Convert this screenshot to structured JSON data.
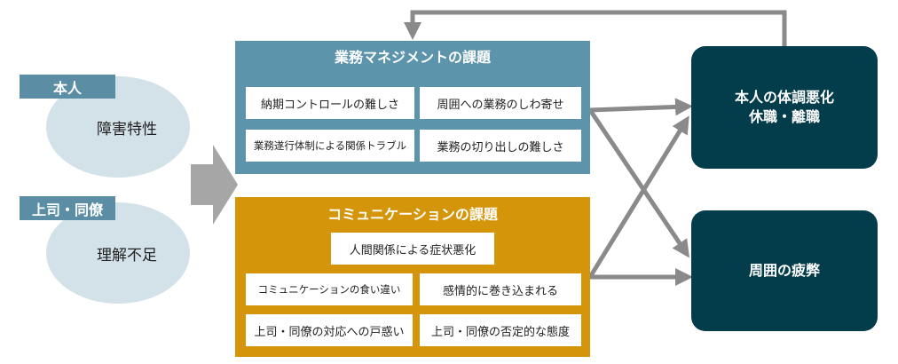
{
  "left": {
    "person": {
      "tag": "本人",
      "ellipse": "障害特性"
    },
    "colleagues": {
      "tag": "上司・同僚",
      "ellipse": "理解不足"
    }
  },
  "work_panel": {
    "title": "業務マネジメントの課題",
    "color": "#5b94ab",
    "items": [
      "納期コントロールの難しさ",
      "周囲への業務のしわ寄せ",
      "業務遂行体制による関係トラブル",
      "業務の切り出しの難しさ"
    ]
  },
  "comm_panel": {
    "title": "コミュニケーションの課題",
    "color": "#d4950a",
    "items": [
      "人間関係による症状悪化",
      "コミュニケーションの食い違い",
      "感情的に巻き込まれる",
      "上司・同僚の対応への戸惑い",
      "上司・同僚の否定的な態度"
    ]
  },
  "results": {
    "person": {
      "line1": "本人の体調悪化",
      "line2": "休職・離職"
    },
    "surroundings": {
      "line1": "周囲の疲弊"
    }
  },
  "colors": {
    "arrow": "#8a8a8a",
    "result_bg": "#033c4a",
    "tag_bg": "#5b8da5",
    "ellipse_bg": "#d3e1e8"
  }
}
